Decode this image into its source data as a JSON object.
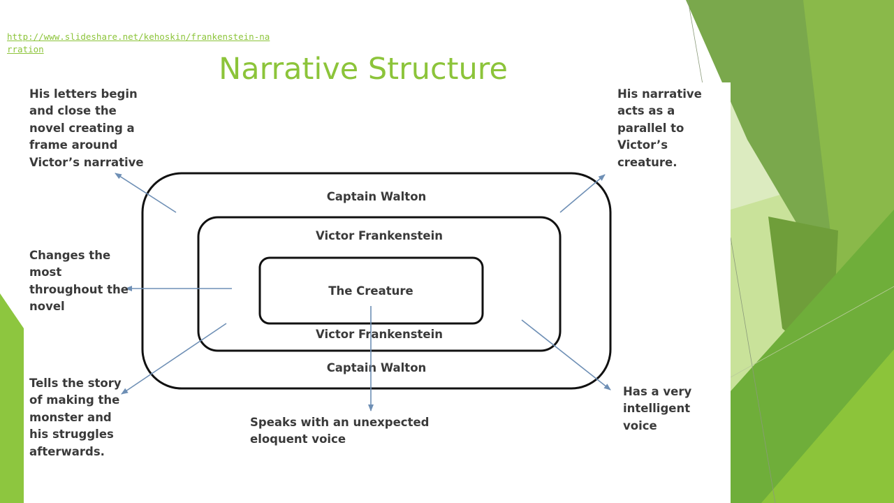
{
  "slide": {
    "source_link": "http://www.slideshare.net/kehoskin/frankenstein-narration",
    "title": "Narrative Structure",
    "accent_color": "#8cc43a"
  },
  "diagram": {
    "outer_top_label": "Captain Walton",
    "outer_bottom_label": "Captain Walton",
    "middle_top_label": "Victor Frankenstein",
    "middle_bottom_label": "Victor Frankenstein",
    "inner_label": "The Creature",
    "annotations": {
      "walton_frame": "His letters begin and close the novel creating a frame around Victor’s narrative",
      "walton_parallel": "His narrative acts as a parallel to Victor’s creature.",
      "victor_changes": "Changes the most throughout the novel",
      "victor_story": "Tells the story of making the monster and his struggles afterwards.",
      "creature_voice": "Speaks with an unexpected eloquent voice",
      "creature_intelligent": "Has a very intelligent voice"
    }
  }
}
